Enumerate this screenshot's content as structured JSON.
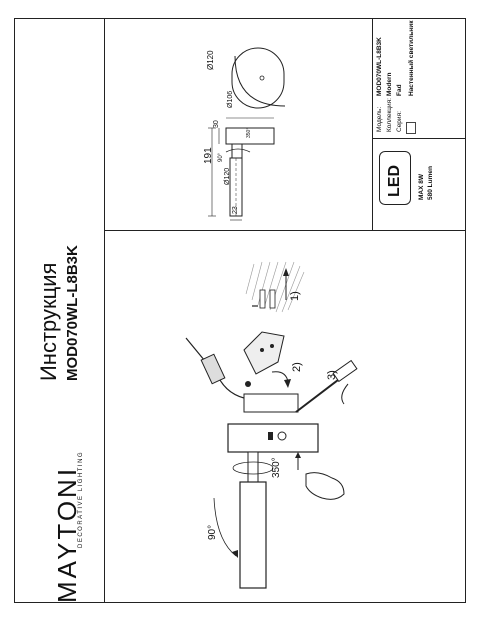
{
  "brand": {
    "name": "MAYTONI",
    "tagline": "DECORATIVE LIGHTING"
  },
  "header": {
    "title": "Инструкция",
    "model": "MOD070WL-L8B3K"
  },
  "steps": {
    "one": "1)",
    "two": "2)",
    "three": "3)"
  },
  "angles": {
    "rotate": "350°",
    "tilt": "90°"
  },
  "dimensions": {
    "total_length": "191",
    "d120_back": "Ø120",
    "d106": "Ø106",
    "d120_front": "Ø120",
    "depth": "30",
    "tube": "23",
    "angle": "90°",
    "rotation": "350°"
  },
  "specs": {
    "model_label": "Модель:",
    "model_value": "MOD070WL-L8B3K",
    "collection_label": "Коллекция:",
    "collection_value": "Modern",
    "series_label": "Серия:",
    "series_value": "Fad",
    "type_value": "Настенный светильник",
    "led": "LED",
    "power": "MAX 8W",
    "lumen": "580 Lumen"
  }
}
